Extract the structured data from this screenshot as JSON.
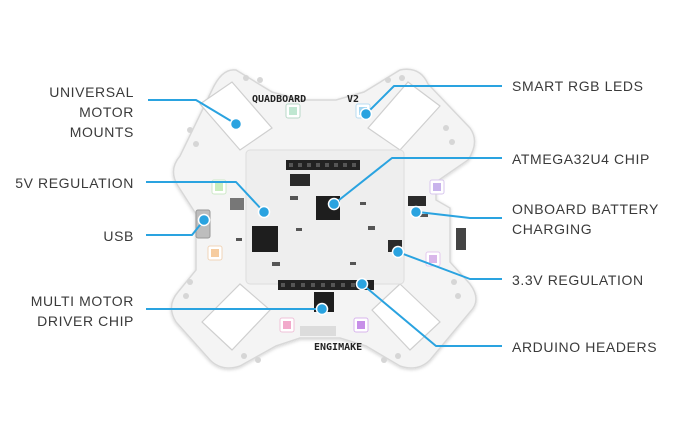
{
  "callouts": {
    "universal_motor_mounts": "UNIVERSAL\nMOTOR\nMOUNTS",
    "regulation_5v": "5V REGULATION",
    "usb": "USB",
    "multi_motor_driver_chip": "MULTI MOTOR\nDRIVER CHIP",
    "smart_rgb_leds": "SMART RGB LEDS",
    "atmega32u4_chip": "ATMEGA32U4 CHIP",
    "onboard_battery_charging": "ONBOARD BATTERY\nCHARGING",
    "regulation_3v3": "3.3V REGULATION",
    "arduino_headers": "ARDUINO HEADERS"
  },
  "board": {
    "name_top": "QUADBOARD",
    "version": "V2",
    "name_bottom": "ENGIMAKE"
  },
  "colors": {
    "accent": "#2aa3e0",
    "board": "#f4f4f4",
    "board_edge": "#d8d8d8",
    "text": "#3a3a3a"
  }
}
